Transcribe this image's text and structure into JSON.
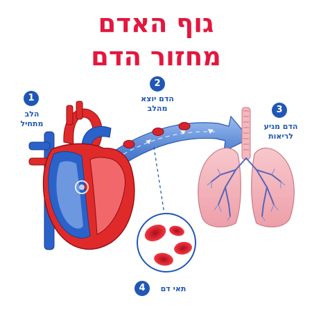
{
  "header": {
    "title_line1": "גוף האדם",
    "title_line2": "מחזור הדם"
  },
  "steps": [
    {
      "number": "1",
      "label": "הלב\nמתחיל",
      "icon": "heart"
    },
    {
      "number": "2",
      "label": "הדם יוצא\nמהלב",
      "icon": "blood-vessel-arrow"
    },
    {
      "number": "3",
      "label": "הדם מגיע\nלריאות",
      "icon": "lungs"
    },
    {
      "number": "4",
      "label": "תאי דם",
      "icon": "red-blood-cells"
    }
  ],
  "colors": {
    "title": "#e3173e",
    "step_badge": "#1f57b5",
    "artery_red": "#e02a2a",
    "vein_blue": "#2a62c9",
    "lung_pink": "#f4b8bf",
    "vessel_blue": "#5e8fd8",
    "blood_cell": "#d8232e"
  }
}
